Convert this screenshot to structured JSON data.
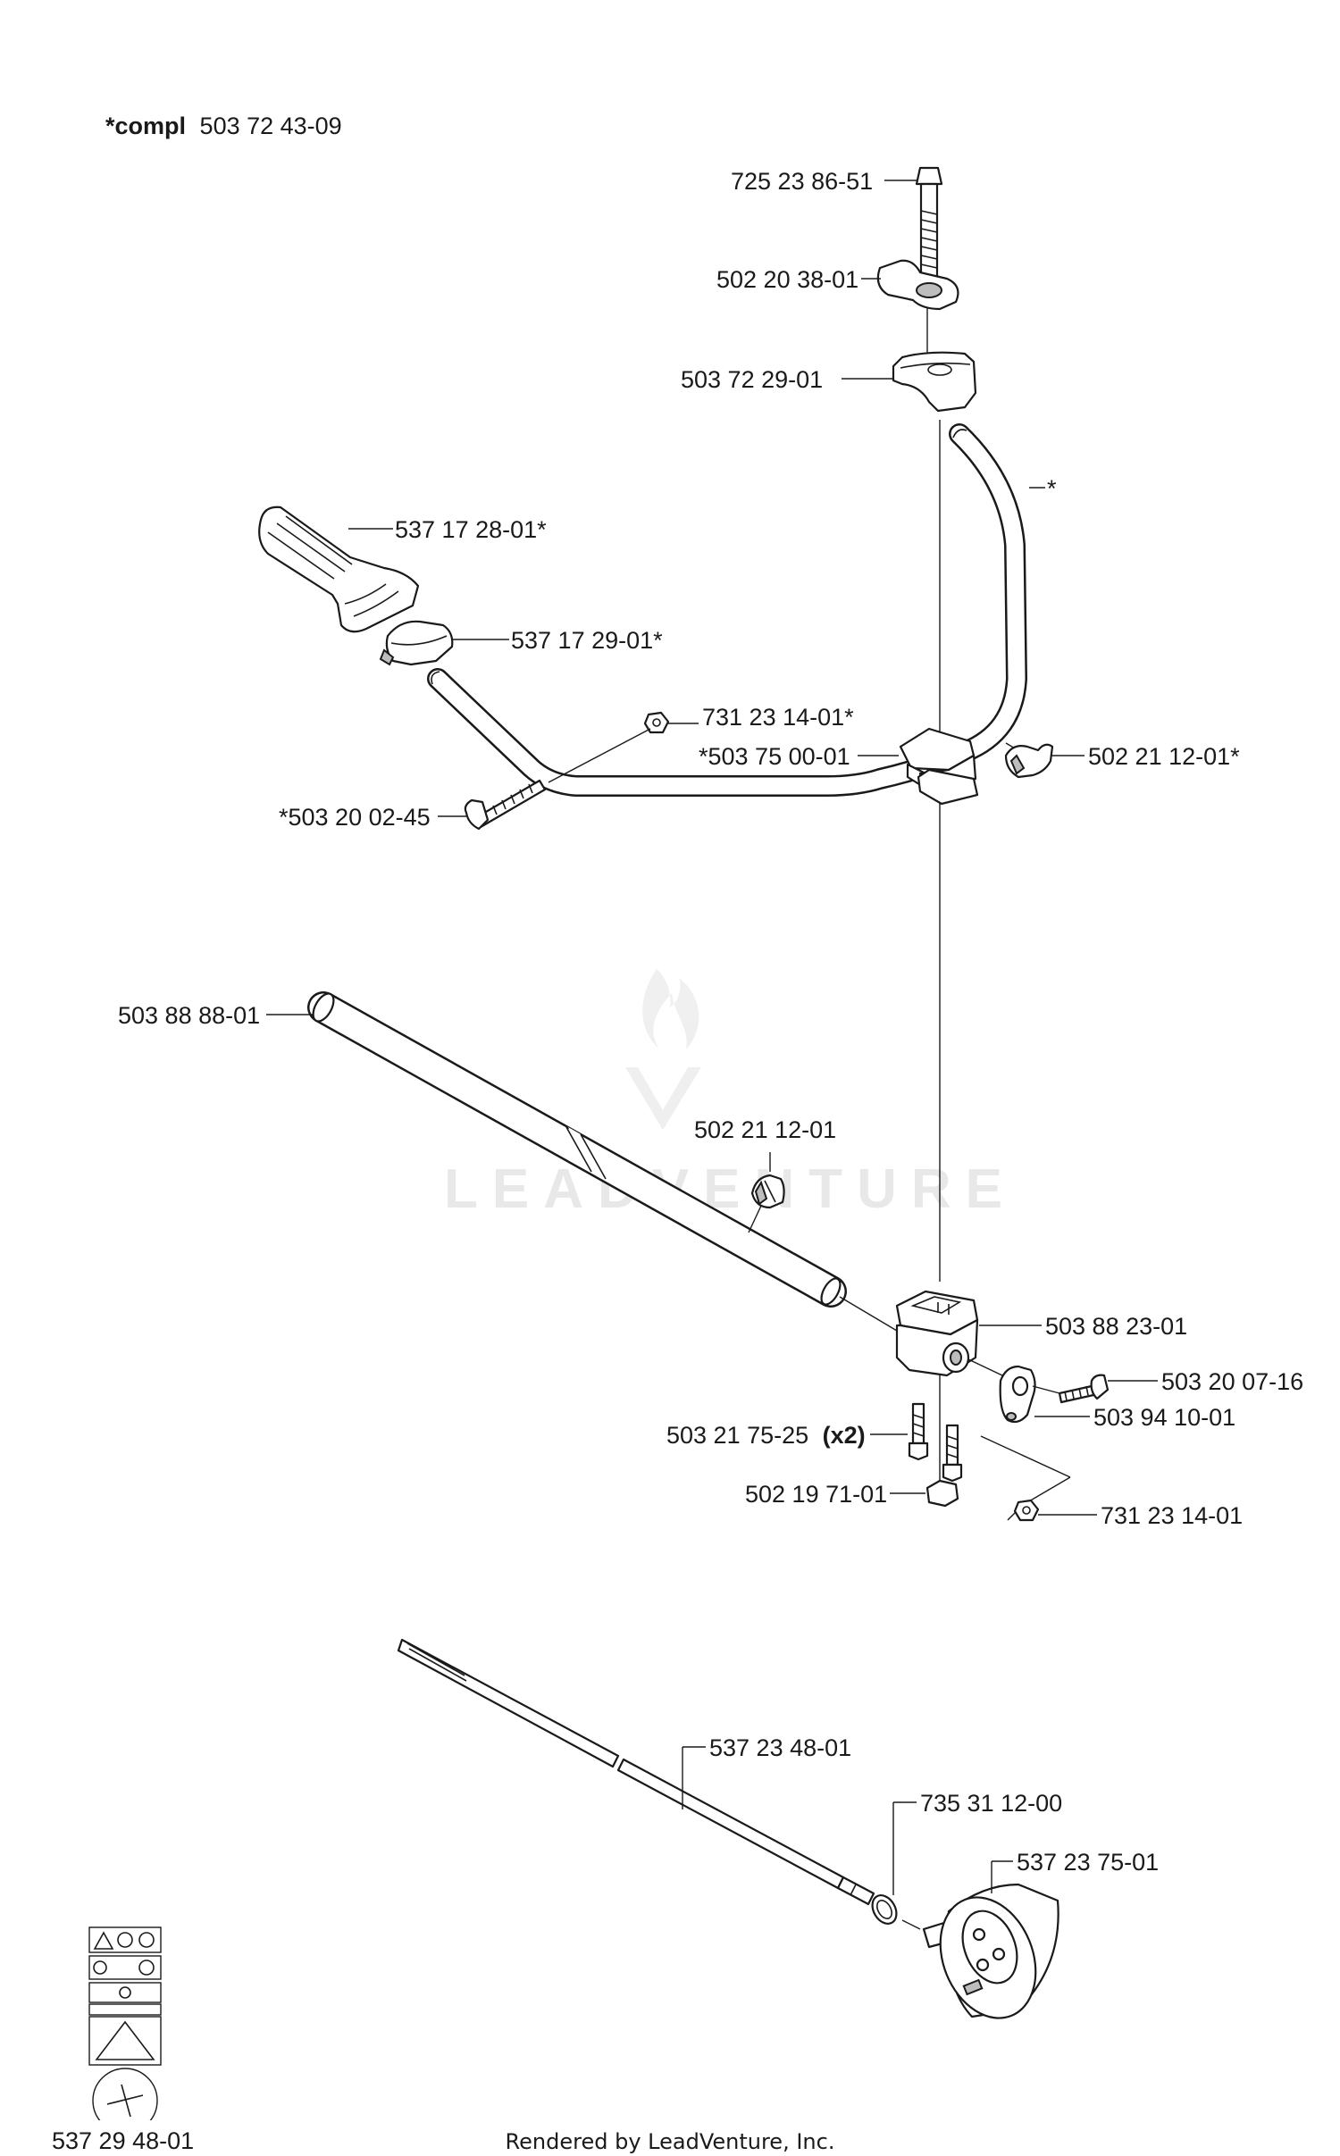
{
  "header": {
    "compl_prefix": "*compl",
    "compl_number": "503 72 43-09"
  },
  "labels": {
    "bolt_top": "725 23 86-51",
    "knob_top": "502 20 38-01",
    "clamp_top": "503 72 29-01",
    "handlebar": "*",
    "grip": "537 17 28-01*",
    "grip_holder": "537 17 29-01*",
    "nut_left": "731 23 14-01*",
    "bar_clamp": "*503 75 00-01",
    "knob_right": "502 21 12-01*",
    "screw_left": "*503 20 02-45",
    "shaft_tube": "503 88 88-01",
    "knob_mid": "502 21 12-01",
    "bracket": "503 88 23-01",
    "screw_right": "503 20 07-16",
    "screws_x2_num": "503 21 75-25",
    "screws_x2_qty": "(x2)",
    "bracket_plate": "503 94 10-01",
    "square_nut": "502 19 71-01",
    "nut_right": "731 23 14-01",
    "drive_shaft": "537 23 48-01",
    "ring": "735 31 12-00",
    "clutch_drum": "537 23 75-01",
    "decal": "537 29 48-01"
  },
  "decal_icons": [
    "warning-icon",
    "eye-protection-icon",
    "ear-protection-icon",
    "head-protection-icon",
    "ce-mark-icon",
    "thrown-objects-icon",
    "kickback-icon",
    "operation-icon",
    "fuel-mix-icon"
  ],
  "watermark": "LEADVENTURE",
  "footer": "Rendered by LeadVenture, Inc.",
  "colors": {
    "line": "#1a1a1a",
    "watermark": "#e6e6e6",
    "background": "#ffffff"
  }
}
